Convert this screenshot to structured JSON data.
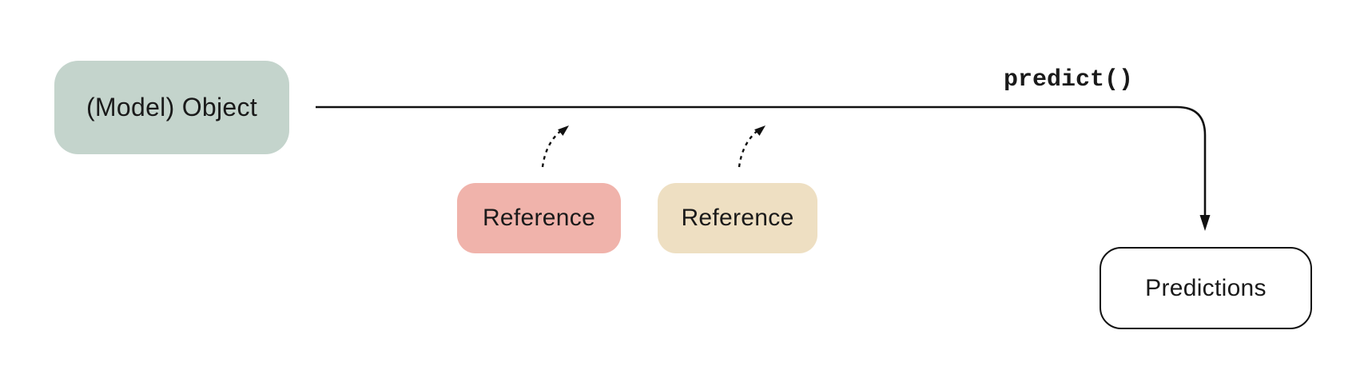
{
  "diagram": {
    "title_none": "",
    "nodes": {
      "model_object": {
        "label": "(Model) Object"
      },
      "reference_1": {
        "label": "Reference"
      },
      "reference_2": {
        "label": "Reference"
      },
      "predictions": {
        "label": "Predictions"
      }
    },
    "labels": {
      "predict_call": "predict()"
    },
    "edges": [
      {
        "name": "model-to-predictions",
        "style": "solid",
        "from": "model_object",
        "to": "predictions",
        "arrowhead": "filled-down"
      },
      {
        "name": "reference1-to-flow-line",
        "style": "dashed",
        "from": "reference_1",
        "to": "flow-line",
        "arrowhead": "filled-up-right"
      },
      {
        "name": "reference2-to-flow-line",
        "style": "dashed",
        "from": "reference_2",
        "to": "flow-line",
        "arrowhead": "filled-up-right"
      }
    ]
  },
  "colors": {
    "background": "#ffffff",
    "line": "#111111",
    "text": "#1a1a1a",
    "model_fill": "#c4d4cc",
    "reference1_fill": "#f0b3ab",
    "reference2_fill": "#eedfc2",
    "predictions_fill": "#ffffff"
  }
}
